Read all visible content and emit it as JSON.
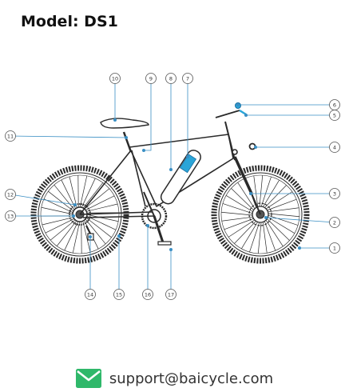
{
  "header": {
    "title": "Model: DS1"
  },
  "diagram": {
    "callouts": [
      "1",
      "2",
      "3",
      "4",
      "5",
      "6",
      "7",
      "8",
      "9",
      "10",
      "11",
      "12",
      "13",
      "14",
      "15",
      "16",
      "17"
    ]
  },
  "colors": {
    "line": "#2a2a2a",
    "callout": "#3a8fc4",
    "accent": "#2aa5d8",
    "mail": "#2fb86a"
  },
  "footer": {
    "email": "support@baicycle.com",
    "icon": "mail-icon"
  }
}
